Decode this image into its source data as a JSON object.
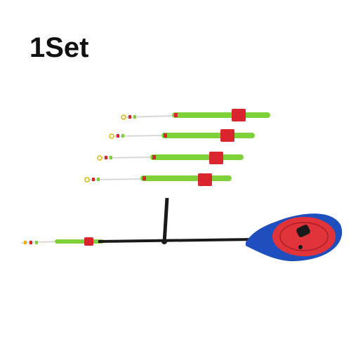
{
  "caption": "1Set",
  "items": {
    "tips": [
      "spare-rod-tip",
      "spare-rod-tip",
      "spare-rod-tip",
      "spare-rod-tip"
    ],
    "rod": "ice-fishing-rod-with-reel"
  },
  "colors": {
    "tip_green": "#7fd13a",
    "clip_red": "#d9262e",
    "handle_blue": "#1f4fbf",
    "reel_red": "#e0343a",
    "rod_black": "#1a1a1a",
    "background": "#ffffff"
  }
}
